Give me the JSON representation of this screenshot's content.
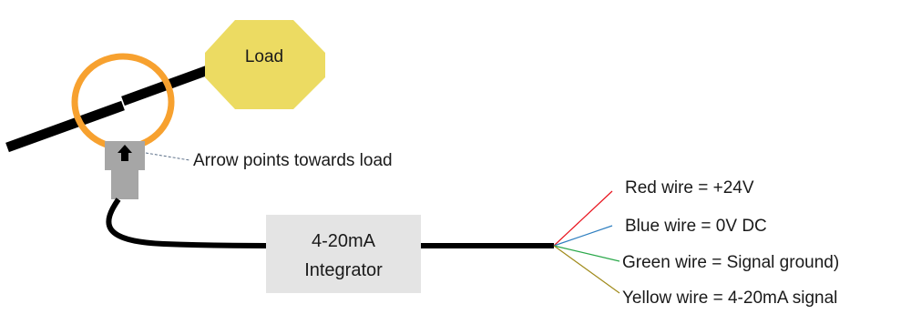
{
  "load": {
    "label": "Load",
    "fill": "#ecdb62"
  },
  "sensor_note": {
    "text": "Arrow points towards load",
    "leader_color": "#5a6e87"
  },
  "rogowski_coil": {
    "color": "#f7a12f"
  },
  "conductor": {
    "color": "#000000"
  },
  "sensor_head": {
    "color": "#a6a6a6",
    "arrow_color": "#000000"
  },
  "integrator": {
    "line1": "4-20mA",
    "line2": "Integrator",
    "fill": "#e4e4e4"
  },
  "wires": [
    {
      "label": "Red wire = +24V",
      "color": "#e8121c"
    },
    {
      "label": "Blue wire = 0V DC",
      "color": "#2f7fc0"
    },
    {
      "label": "Green wire = Signal ground)",
      "color": "#2aa84a"
    },
    {
      "label": "Yellow wire = 4-20mA signal",
      "color": "#a08a1a"
    }
  ]
}
